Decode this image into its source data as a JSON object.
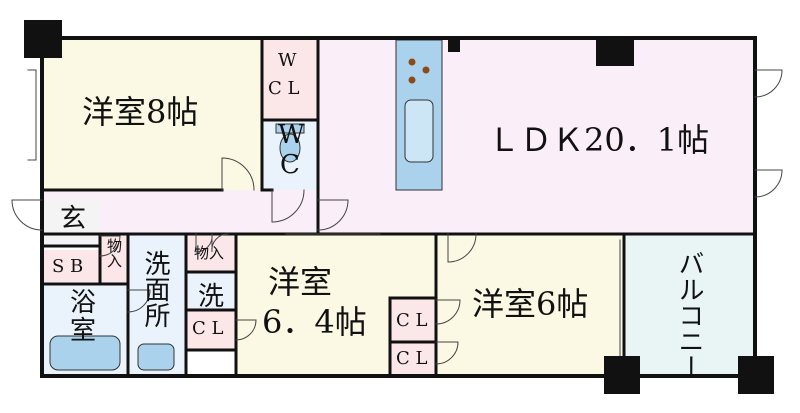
{
  "rooms": {
    "western_8": "洋室8帖",
    "ldk": "ＬＤＫ20．1帖",
    "western_64_line1": "洋室",
    "western_64_line2": "6．4帖",
    "western_6": "洋室6帖",
    "balcony": "バルコニー",
    "entrance": "玄",
    "bath_line1": "浴",
    "bath_line2": "室",
    "washroom": "洗面所",
    "wic_line1": "W",
    "wic_line2": "C L",
    "wc_line1": "W",
    "wc_line2": "C",
    "shoe_box": "S B",
    "storage_1": "物入",
    "storage_2": "物入",
    "washer": "洗",
    "closet_1": "C L",
    "closet_2": "C L",
    "closet_3": "C L"
  },
  "colors": {
    "western_8": "#fbf9e4",
    "ldk": "#faeef8",
    "western_64": "#fbf9e4",
    "western_6": "#fbf9e4",
    "balcony": "#e9f5f4",
    "corridor": "#faeef8",
    "wet_area": "#eaf3fb",
    "closet": "#fbe6e8",
    "fixture": "#aad2ec",
    "wall": "#111111"
  }
}
